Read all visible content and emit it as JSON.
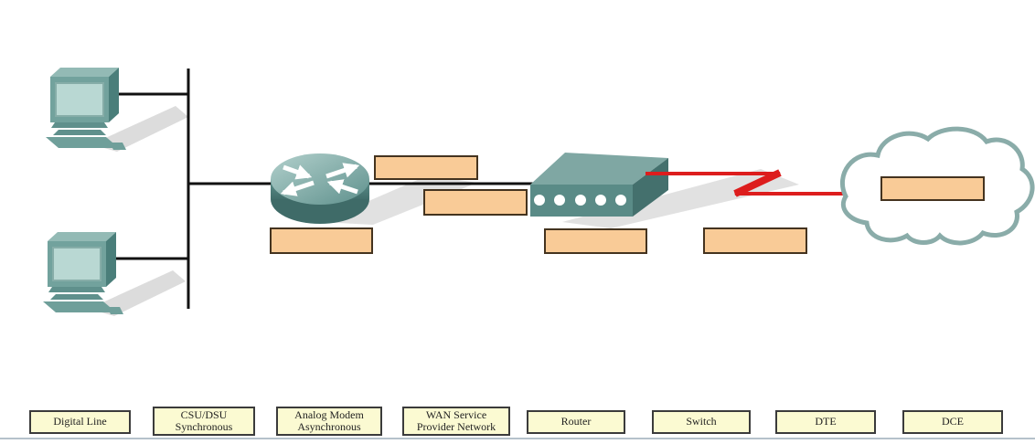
{
  "colors": {
    "device_teal": "#6FA09B",
    "device_teal_dark": "#4A7E7A",
    "device_teal_light": "#B9D8D3",
    "link_line_black": "#111111",
    "serial_line_red": "#DD1D1D",
    "cloud_outline": "#8AACA9",
    "drop_target_fill": "#F9CB97",
    "drop_target_border": "#44331F",
    "label_fill": "#FBFAD2",
    "label_border": "#3B3B3B",
    "shadow_gray": "#BFBFBF",
    "footer_divider": "#B5C1CB"
  },
  "icons": [
    {
      "name": "pc-icon"
    },
    {
      "name": "router-icon"
    },
    {
      "name": "modem-icon"
    },
    {
      "name": "wan-cloud-icon"
    },
    {
      "name": "lightning-serial-link-icon"
    }
  ],
  "drop_targets": [
    {
      "position": "above link between router and modem"
    },
    {
      "position": "below link between router and modem"
    },
    {
      "position": "below router"
    },
    {
      "position": "below modem"
    },
    {
      "position": "below red serial link"
    },
    {
      "position": "inside cloud"
    }
  ],
  "drag_labels": [
    {
      "text": "Digital Line"
    },
    {
      "text": "CSU/DSU\nSynchronous"
    },
    {
      "text": "Analog Modem\nAsynchronous"
    },
    {
      "text": "WAN Service\nProvider Network"
    },
    {
      "text": "Router"
    },
    {
      "text": "Switch"
    },
    {
      "text": "DTE"
    },
    {
      "text": "DCE"
    }
  ]
}
